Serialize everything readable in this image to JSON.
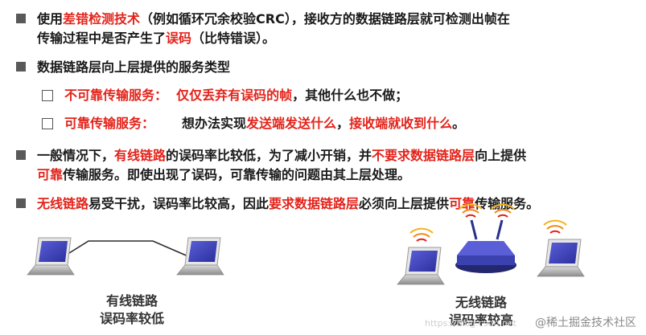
{
  "bullets": [
    {
      "seg1": "使用",
      "seg2": "差错检测技术",
      "seg3": "（例如循环冗余校验CRC），接收方的数据链路层就可检测出帧在",
      "line2a": "传输过程中是否产生了",
      "line2b": "误码",
      "line2c": "（比特错误）。"
    },
    {
      "text": "数据链路层向上层提供的服务类型"
    },
    {
      "text1": "一般情况下，",
      "red1": "有线链路",
      "text2": "的误码率比较低，为了减小开销，并",
      "red2": "不要求数据链路层",
      "text3": "向上提供",
      "line2red": "可靠",
      "line2text": "传输服务。即使出现了误码，可靠传输的问题由其上层处理。"
    },
    {
      "red1": "无线链路",
      "text1": "易受干扰，误码率比较高，因此",
      "red2": "要求数据链路层",
      "text2": "必须向上层提供",
      "red3": "可靠",
      "text3": "传输服务。"
    }
  ],
  "services": [
    {
      "label": "不可靠传输服务：",
      "desc_red": "仅仅丢弃有误码的帧",
      "desc": "，其他什么也不做；"
    },
    {
      "label": "可靠传输服务：",
      "gap": "想办法实现",
      "red1": "发送端发送什么",
      "sep": "，",
      "red2": "接收端就收到什么",
      "end": "。"
    }
  ],
  "captions": {
    "wired_line1": "有线链路",
    "wired_line2": "误码率较低",
    "wireless_line1": "无线链路",
    "wireless_line2": "误码率较高"
  },
  "watermarks": {
    "main": "@稀土掘金技术社区",
    "faint": "https://blog.csdn.net"
  }
}
